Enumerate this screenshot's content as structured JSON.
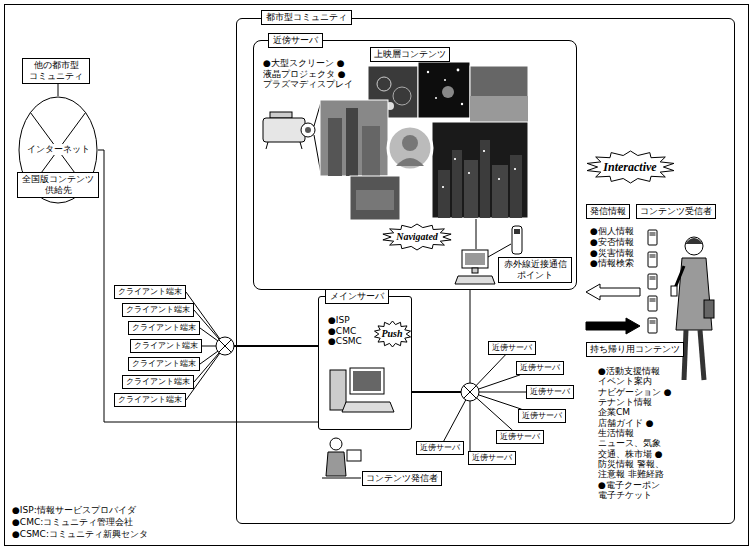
{
  "diagram": {
    "nodes": [
      {
        "text": [
          "都市型コミュニティ"
        ]
      },
      {
        "text": [
          "近傍サーバ",
          "●大型スクリーン ●液晶プロジェクタ ●プラズマディスプレイ"
        ],
        "in": 0
      },
      {
        "text": [
          "上映層コンテンツ"
        ],
        "in": 1
      },
      {
        "text": [
          "Navigated"
        ],
        "in": 1
      },
      {
        "text": [
          "赤外線近接通信 ポイント"
        ],
        "in": 1
      },
      {
        "text": [
          "Interactive"
        ],
        "in": 0
      },
      {
        "text": [
          "発信情報"
        ],
        "in": 0
      },
      {
        "text": [
          "コンテンツ受信者"
        ],
        "in": 0
      },
      {
        "text": [
          "持ち帰り用コンテンツ"
        ],
        "in": 0
      },
      {
        "text": [
          "他の都市型 コミュニティ"
        ]
      },
      {
        "text": [
          "インターネット"
        ]
      },
      {
        "text": [
          "全国版コンテンツ 供給先"
        ]
      },
      {
        "text": [
          "クライアント端末"
        ]
      },
      {
        "text": [
          "クライアント端末"
        ]
      },
      {
        "text": [
          "クライアント端末"
        ]
      },
      {
        "text": [
          "クライアント端末"
        ]
      },
      {
        "text": [
          "クライアント端末"
        ]
      },
      {
        "text": [
          "クライアント端末"
        ]
      },
      {
        "text": [
          "クライアント端末"
        ]
      },
      {
        "text": [
          "メインサーバ",
          "●ISP ●CMC ●CSMC"
        ],
        "in": 0
      },
      {
        "text": [
          "Push"
        ],
        "in": 19
      },
      {
        "text": [
          "近傍サーバ"
        ],
        "in": 0
      },
      {
        "text": [
          "近傍サーバ"
        ],
        "in": 0
      },
      {
        "text": [
          "近傍サーバ"
        ],
        "in": 0
      },
      {
        "text": [
          "近傍サーバ"
        ],
        "in": 0
      },
      {
        "text": [
          "近傍サーバ"
        ],
        "in": 0
      },
      {
        "text": [
          "近傍サーバ"
        ],
        "in": 0
      },
      {
        "text": [
          "近傍サーバ"
        ],
        "in": 0
      },
      {
        "text": [
          "コンテンツ発信者"
        ],
        "in": 0
      }
    ],
    "edges": [
      {
        "from": 9,
        "to": 10,
        "arrow": "none"
      },
      {
        "from": 10,
        "to": 19,
        "arrow": "none"
      },
      {
        "from": 19,
        "to": 12,
        "arrow": "none"
      },
      {
        "from": 19,
        "to": 13,
        "arrow": "none"
      },
      {
        "from": 19,
        "to": 14,
        "arrow": "none"
      },
      {
        "from": 19,
        "to": 15,
        "arrow": "none"
      },
      {
        "from": 19,
        "to": 16,
        "arrow": "none"
      },
      {
        "from": 19,
        "to": 17,
        "arrow": "none"
      },
      {
        "from": 19,
        "to": 18,
        "arrow": "none"
      },
      {
        "from": 19,
        "to": 1,
        "arrow": "none"
      },
      {
        "from": 19,
        "to": 21,
        "arrow": "none"
      },
      {
        "from": 19,
        "to": 22,
        "arrow": "none"
      },
      {
        "from": 19,
        "to": 23,
        "arrow": "none"
      },
      {
        "from": 19,
        "to": 24,
        "arrow": "none"
      },
      {
        "from": 19,
        "to": 25,
        "arrow": "none"
      },
      {
        "from": 19,
        "to": 26,
        "arrow": "none"
      },
      {
        "from": 19,
        "to": 27,
        "arrow": "none"
      }
    ],
    "labels": [
      "●個人情報 ●安否情報 ●災害情報 ●情報検索",
      "●活動支援情報 イベント案内 ナビゲーション ●テナント情報 企業CM 店舗ガイド ●生活情報 ニュース、気象 交通、株市場 ●防災情報 警報、注意報 非難経路 ●電子クーポン 電子チケット",
      "●ISP:情報サービスプロバイダ",
      "●CMC:コミュニティ管理会社",
      "●CSMC:コミュニティ新興センタ"
    ]
  }
}
